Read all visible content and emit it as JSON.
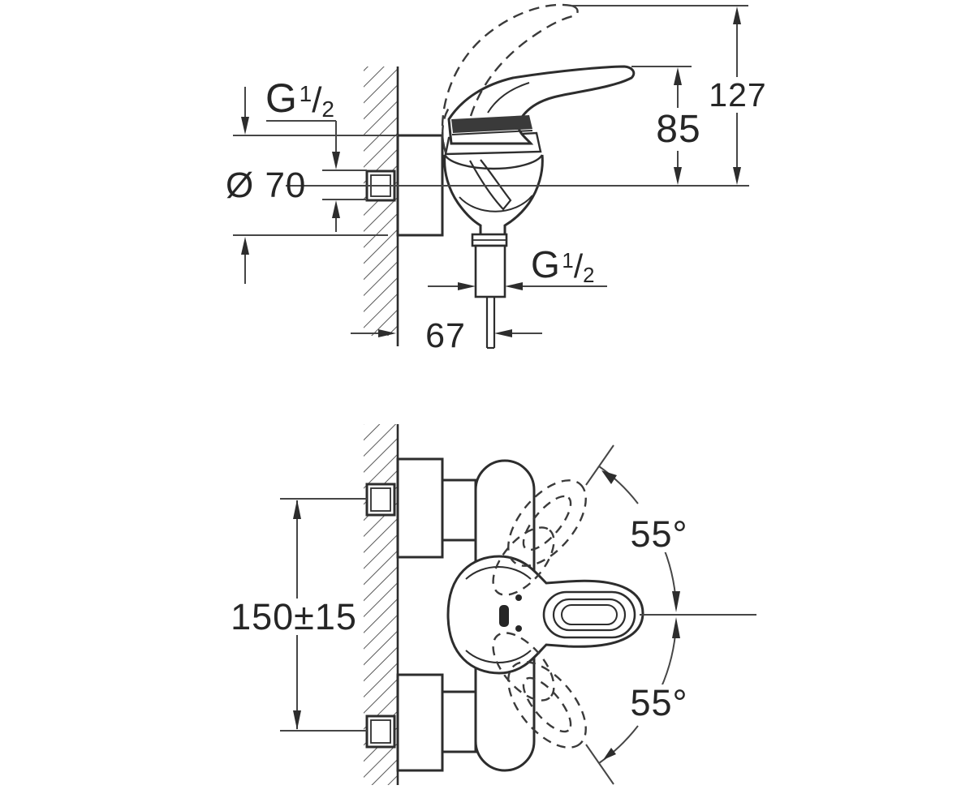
{
  "drawing_type": "faucet installation dimension drawing",
  "colors": {
    "background": "#ffffff",
    "outline": "#2d2d2d",
    "dimension_line": "#464646",
    "hatch": "#585858",
    "text": "#262626"
  },
  "side_view": {
    "inlet_thread": {
      "base": "G",
      "numerator": "1",
      "slash": "/",
      "denominator": "2"
    },
    "escutcheon_diameter": "Ø 70",
    "overall_height": "127",
    "lever_height": "85",
    "outlet_thread": {
      "base": "G",
      "numerator": "1",
      "slash": "/",
      "denominator": "2"
    },
    "wall_to_outlet_center": "67"
  },
  "plan_view": {
    "connection_spacing": "150±15",
    "swing_angle_up": "55°",
    "swing_angle_down": "55°"
  }
}
